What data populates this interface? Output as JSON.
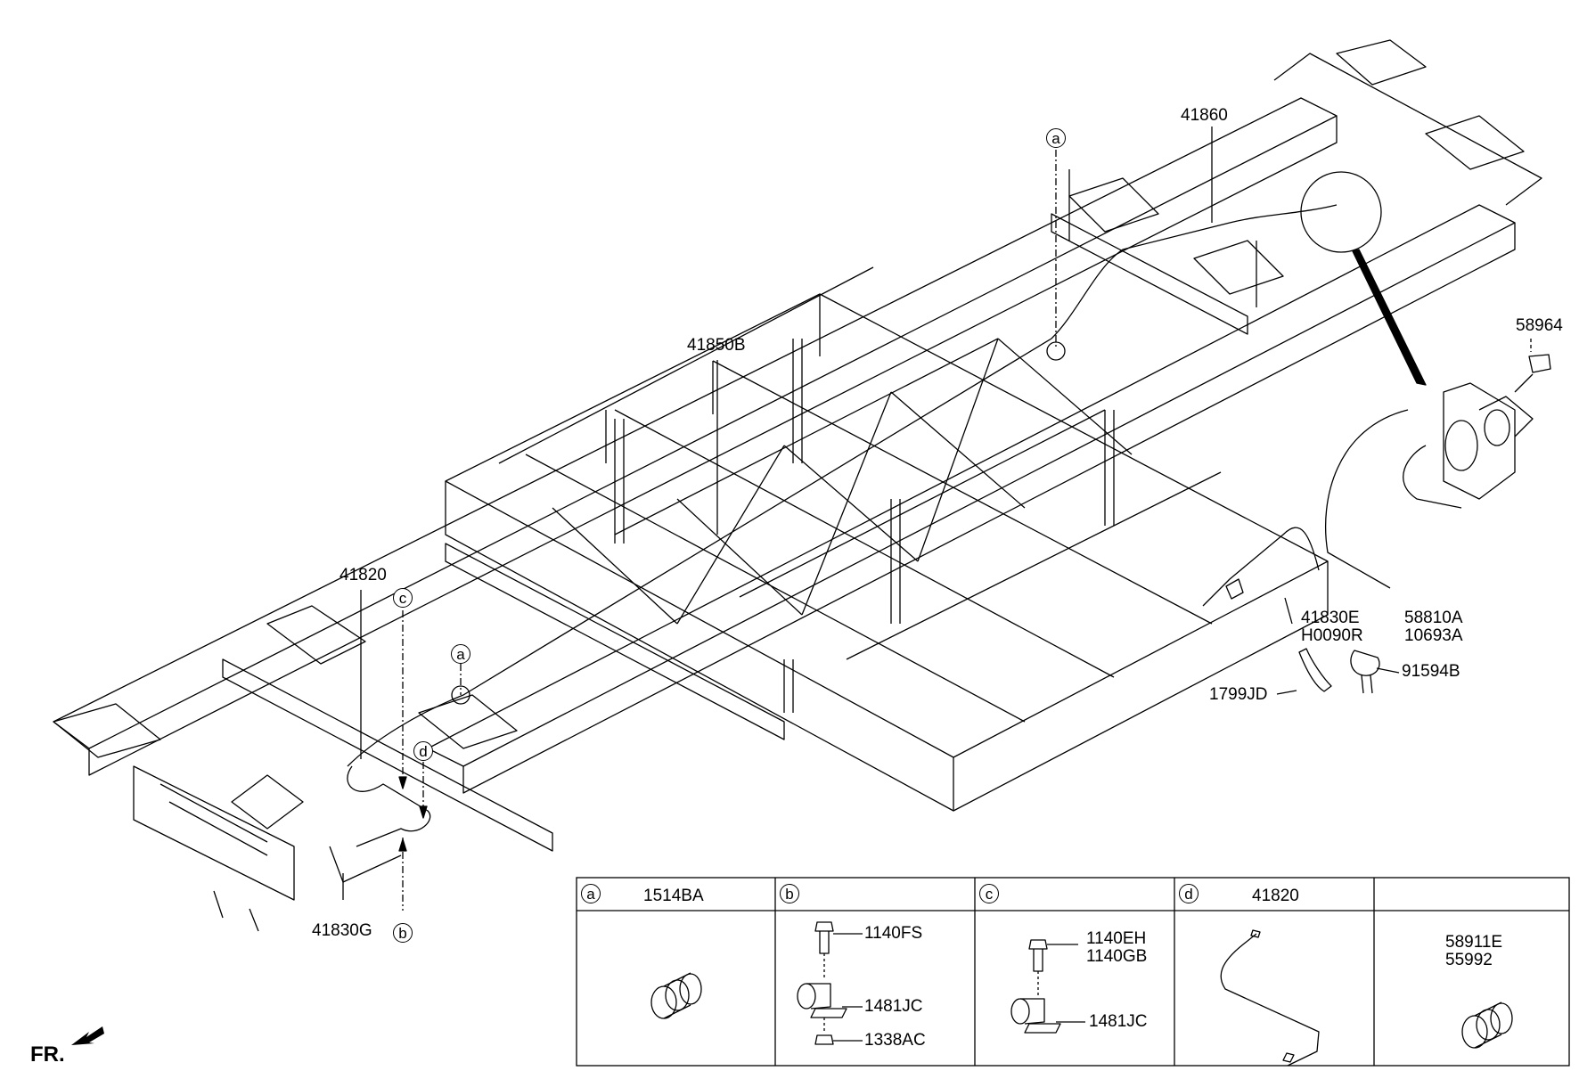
{
  "callouts": {
    "main": [
      {
        "id": "41860",
        "text": "41860"
      },
      {
        "id": "41850B",
        "text": "41850B"
      },
      {
        "id": "41820",
        "text": "41820"
      },
      {
        "id": "58964",
        "text": "58964"
      },
      {
        "id": "41830E",
        "text": "41830E"
      },
      {
        "id": "H0090R",
        "text": "H0090R"
      },
      {
        "id": "58810A",
        "text": "58810A"
      },
      {
        "id": "10693A",
        "text": "10693A"
      },
      {
        "id": "91594B",
        "text": "91594B"
      },
      {
        "id": "1799JD",
        "text": "1799JD"
      },
      {
        "id": "41830G",
        "text": "41830G"
      }
    ],
    "markers": [
      "a",
      "a",
      "c",
      "d",
      "b"
    ]
  },
  "direction_label": "FR.",
  "parts_table": {
    "columns": [
      {
        "letter": "a",
        "header_part": "1514BA",
        "parts": []
      },
      {
        "letter": "b",
        "header_part": "",
        "parts": [
          "1140FS",
          "1481JC",
          "1338AC"
        ]
      },
      {
        "letter": "c",
        "header_part": "",
        "parts": [
          "1140EH",
          "1140GB",
          "1481JC"
        ]
      },
      {
        "letter": "d",
        "header_part": "41820",
        "parts": []
      },
      {
        "letter": "",
        "header_part": "",
        "parts": [
          "58911E",
          "55992"
        ]
      }
    ]
  }
}
